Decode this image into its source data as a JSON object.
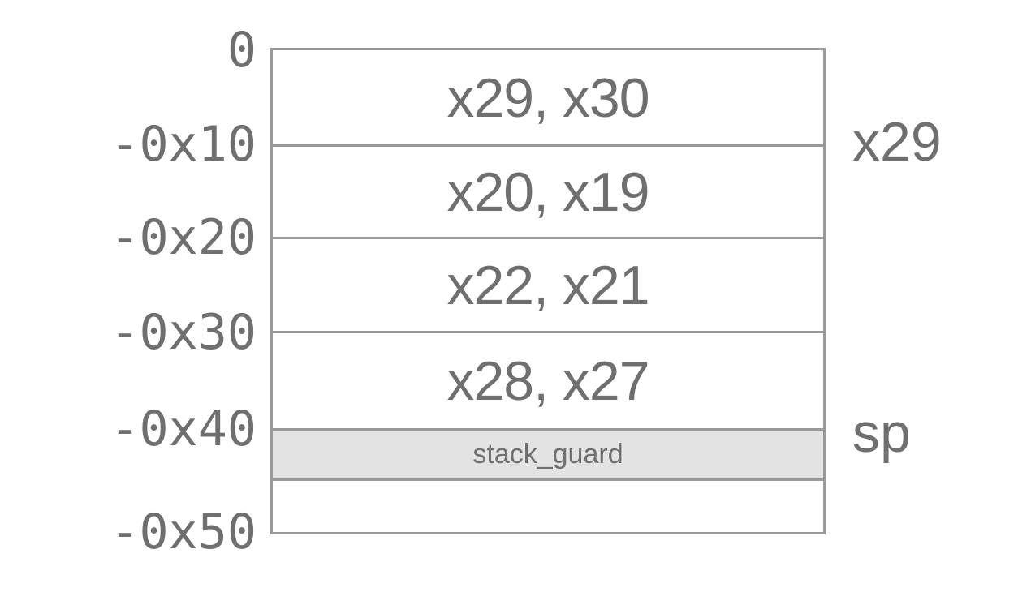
{
  "offsets": {
    "o0": "0",
    "o10": "-0x10",
    "o20": "-0x20",
    "o30": "-0x30",
    "o40": "-0x40",
    "o50": "-0x50"
  },
  "slots": {
    "s0": "x29, x30",
    "s1": "x20, x19",
    "s2": "x22, x21",
    "s3": "x28, x27",
    "guard": "stack_guard"
  },
  "pointers": {
    "frame": "x29",
    "stack": "sp"
  },
  "colors": {
    "text": "#6f6f6f",
    "border": "#999999",
    "guard_fill": "#e3e3e3",
    "background": "#ffffff"
  }
}
